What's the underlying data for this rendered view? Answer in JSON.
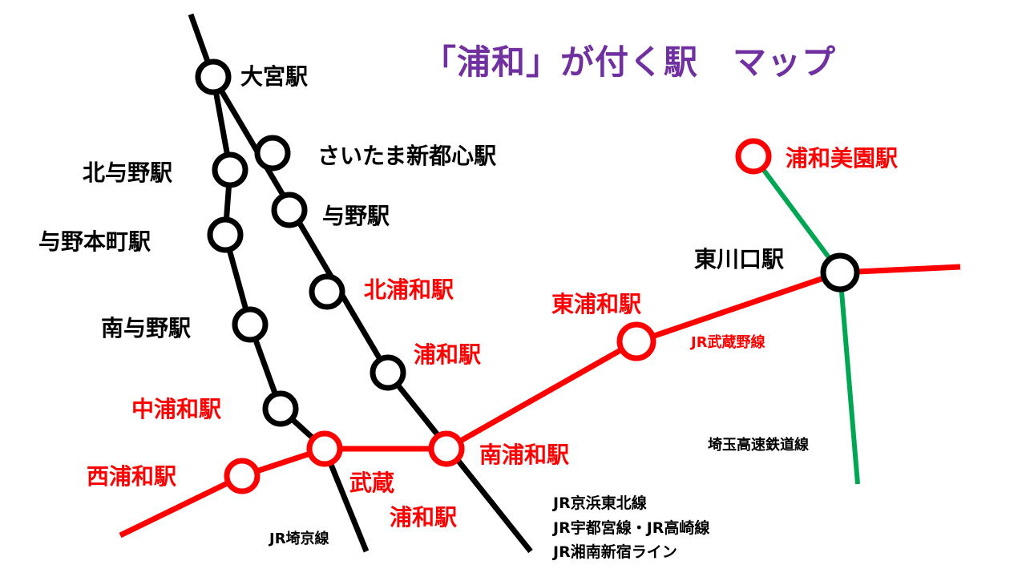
{
  "title": "「浦和」が付く駅　マップ",
  "colors": {
    "title": "#7030A0",
    "urawa_red": "#FF0000",
    "black": "#000000",
    "green": "#00A651"
  },
  "stations": {
    "omiya": "大宮駅",
    "saitama_shintoshin": "さいたま新都心駅",
    "kita_yono": "北与野駅",
    "yono": "与野駅",
    "yono_honmachi": "与野本町駅",
    "kita_urawa": "北浦和駅",
    "minami_yono": "南与野駅",
    "urawa": "浦和駅",
    "naka_urawa": "中浦和駅",
    "minami_urawa": "南浦和駅",
    "nishi_urawa": "西浦和駅",
    "musashi_urawa_1": "武蔵",
    "musashi_urawa_2": "浦和駅",
    "higashi_urawa": "東浦和駅",
    "higashi_kawaguchi": "東川口駅",
    "urawa_misono": "浦和美園駅"
  },
  "lines": {
    "musashino": "JR武蔵野線",
    "saitama_kosoku": "埼玉高速鉄道線",
    "saikyo": "JR埼京線",
    "keihin_tohoku": "JR京浜東北線",
    "utsunomiya_takasaki": "JR宇都宮線・JR高崎線",
    "shonan_shinjuku": "JR湘南新宿ライン"
  }
}
